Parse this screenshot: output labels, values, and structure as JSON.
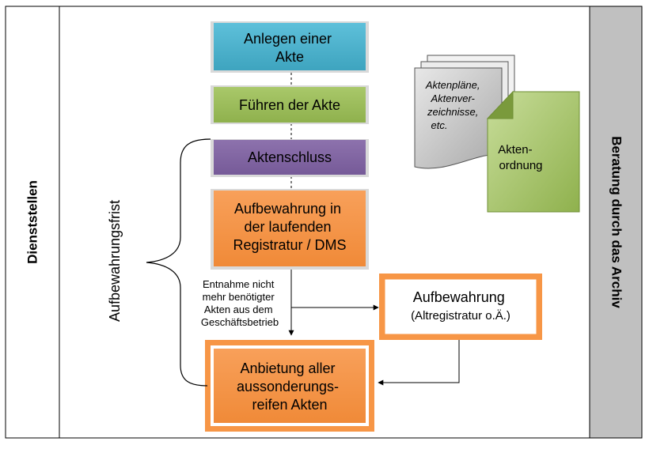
{
  "lanes": {
    "left": "Dienststellen",
    "right": "Beratung durch das Archiv"
  },
  "brace_label": "Aufbewahrungsfrist",
  "steps": {
    "anlegen": [
      "Anlegen einer",
      "Akte"
    ],
    "fuehren": [
      "Führen der Akte"
    ],
    "schluss": [
      "Aktenschluss"
    ],
    "aufbewahrung_laufend": [
      "Aufbewahrung in",
      "der laufenden",
      "Registratur / DMS"
    ],
    "aufbewahrung_alt": [
      "Aufbewahrung",
      "(Altregistratur o.Ä.)"
    ],
    "anbietung": [
      "Anbietung aller",
      "aussonderungs-",
      "reifen Akten"
    ]
  },
  "entnahme_note": [
    "Entnahme nicht",
    "mehr benötigter",
    "Akten aus dem",
    "Geschäftsbetrieb"
  ],
  "documents": {
    "stack": [
      "Aktenpläne,",
      "Aktenver-",
      "zeichnisse,",
      "etc."
    ],
    "front": [
      "Akten-",
      "ordnung"
    ]
  },
  "colors": {
    "teal": "#4bacc6",
    "green": "#9bbb59",
    "purple": "#8064a2",
    "orange": "#f79646",
    "gray_lane": "#c0c0c0"
  }
}
